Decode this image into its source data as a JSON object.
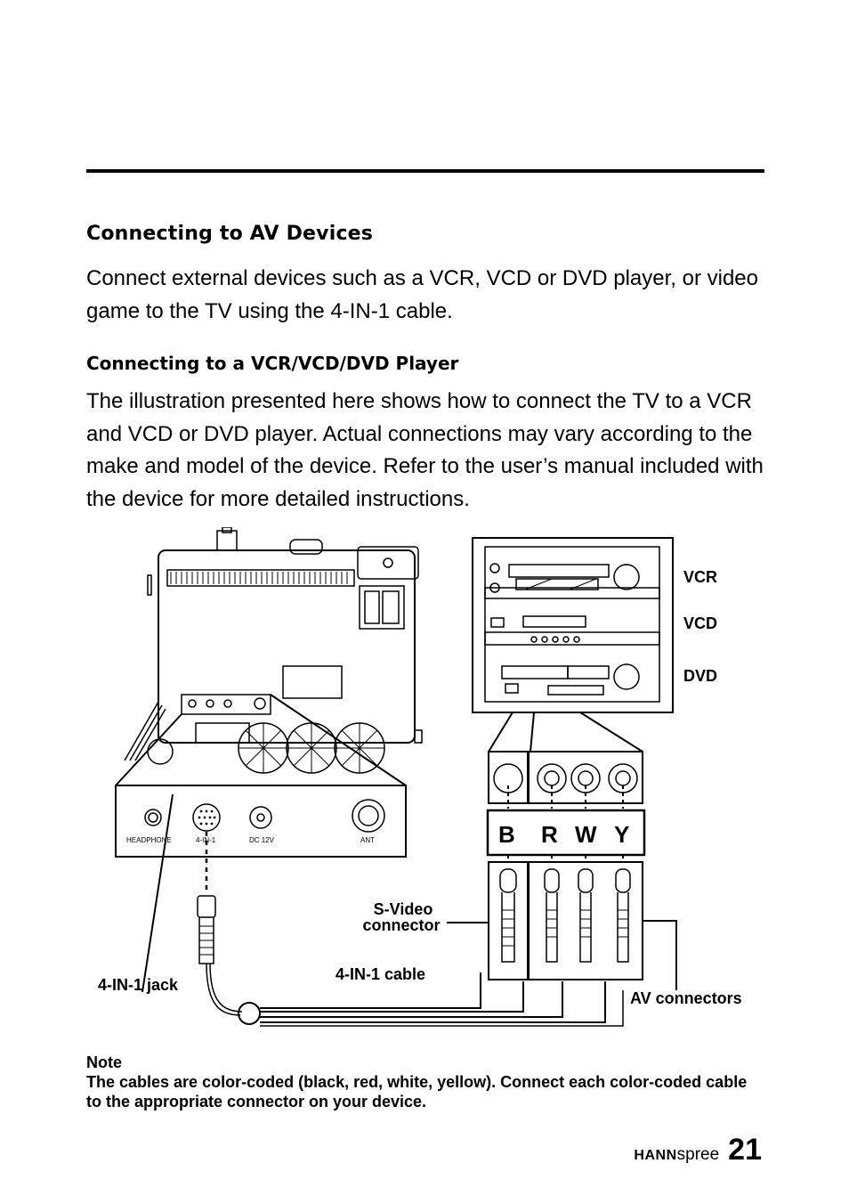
{
  "heading": "Connecting to AV Devices",
  "intro": "Connect external devices such as a VCR, VCD or DVD player, or video game to the TV using the 4-IN-1 cable.",
  "subheading": "Connecting to a VCR/VCD/DVD Player",
  "body": "The illustration presented here shows how to connect the TV to a VCR and VCD or DVD player. Actual connections may vary according to the make and model of the device. Refer to the user’s manual included with the device for more detailed instructions.",
  "diagram": {
    "device_labels": [
      "VCR",
      "VCD",
      "DVD"
    ],
    "panel_labels": [
      "HEADPHONE",
      "4-IN-1",
      "DC 12V",
      "ANT"
    ],
    "color_codes": [
      "B",
      "R",
      "W",
      "Y"
    ],
    "callouts": {
      "svideo": [
        "S-Video",
        "connector"
      ],
      "cable": "4-IN-1 cable",
      "jack": "4-IN-1 jack",
      "av": "AV connectors"
    }
  },
  "note": {
    "title": "Note",
    "text": "The cables are color-coded (black, red, white, yellow). Connect each color-coded cable to the appropriate connector on your device."
  },
  "footer": {
    "brand_bold": "HANN",
    "brand_light": "spree",
    "page_number": "21"
  }
}
